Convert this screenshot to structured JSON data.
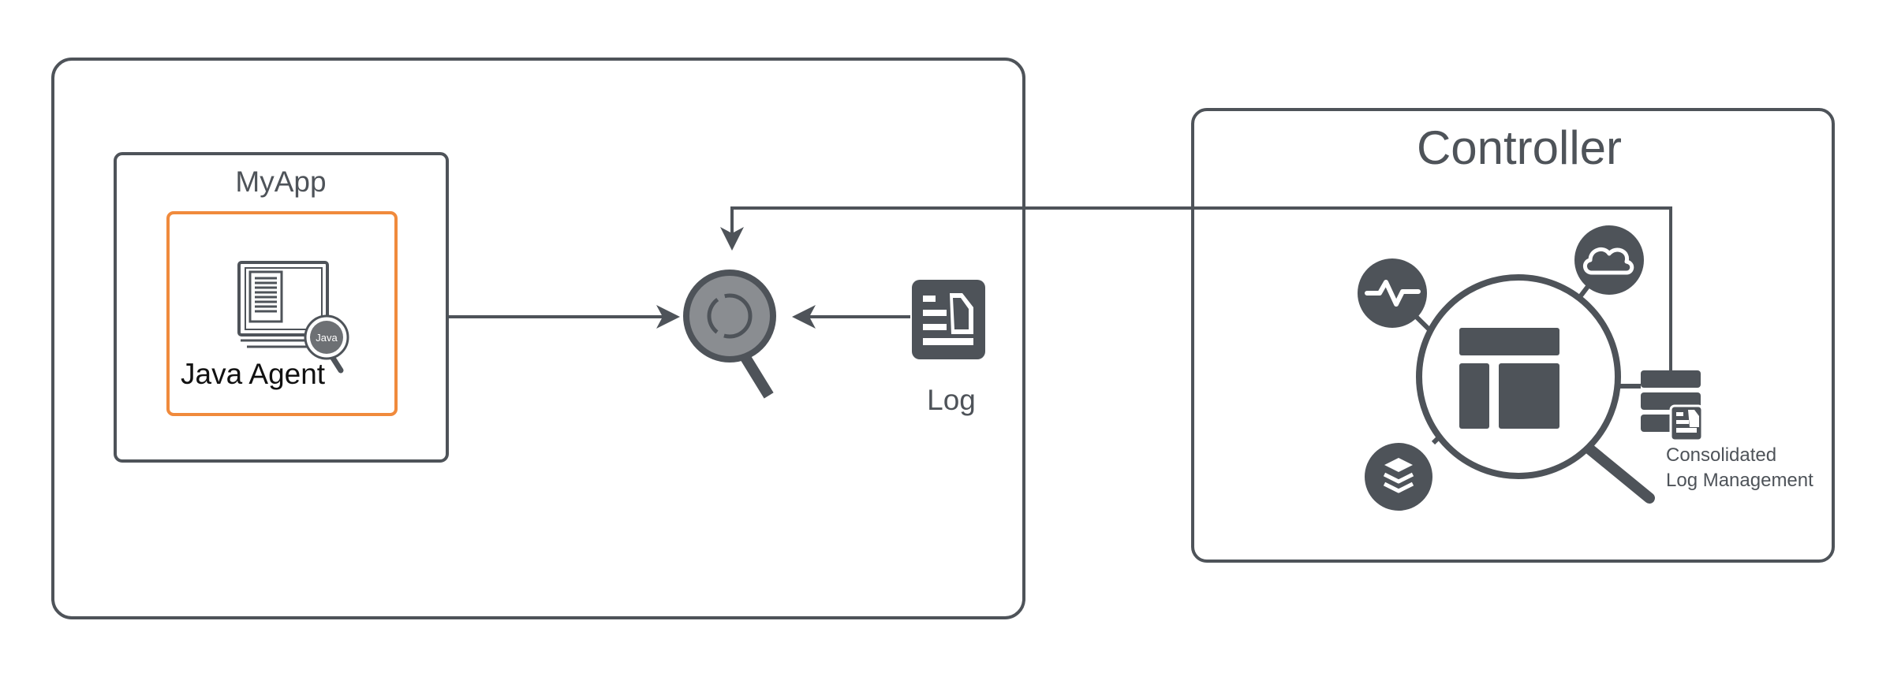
{
  "nodes": {
    "myapp": {
      "label": "MyApp"
    },
    "java_agent": {
      "label": "Java Agent",
      "badge": "Java"
    },
    "log_file": {
      "label": "Log"
    },
    "controller": {
      "label": "Controller"
    },
    "consolidated": {
      "line1": "Consolidated",
      "line2": "Log Management"
    }
  },
  "colors": {
    "stroke": "#4e5359",
    "accent": "#f08a3c",
    "icon_fill": "#4e5359",
    "lens_fill": "#8a8d91",
    "background": "#ffffff"
  }
}
